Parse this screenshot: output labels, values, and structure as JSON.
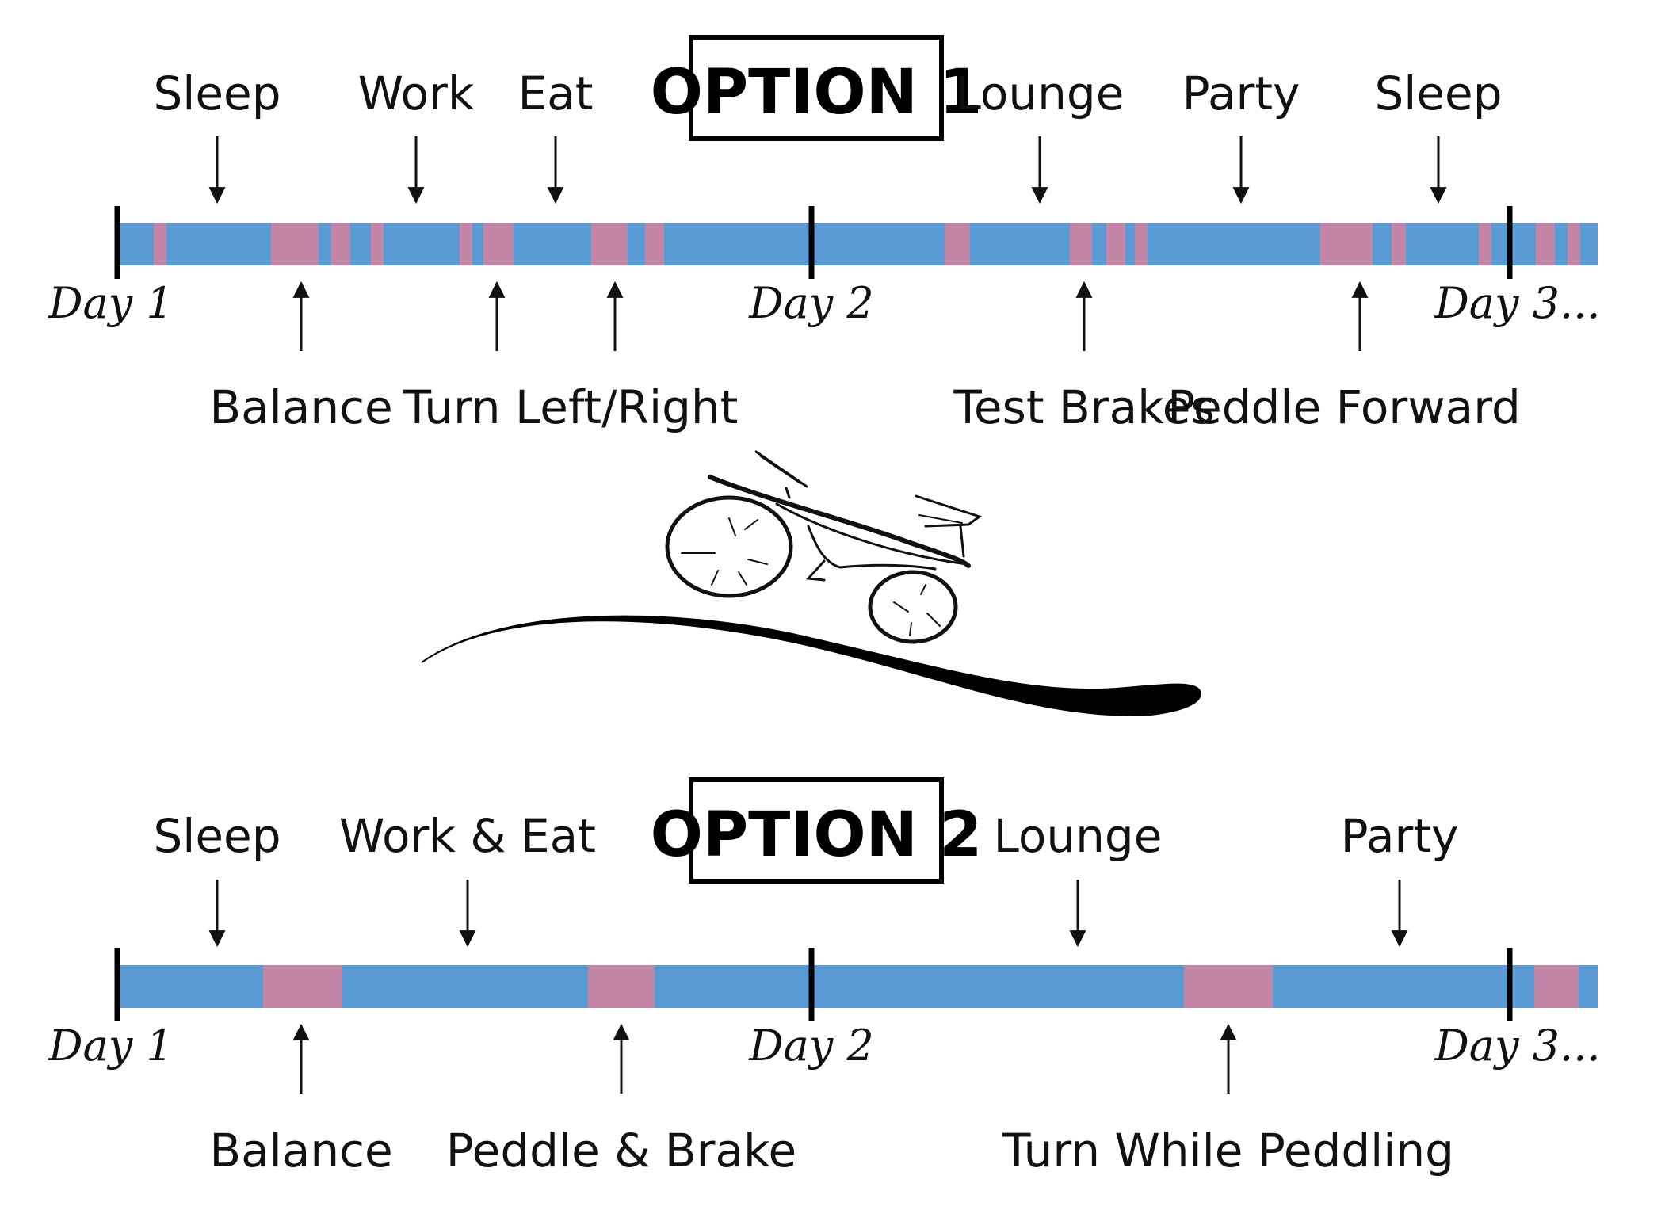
{
  "colors": {
    "activity": "#5b9bd5",
    "skill": "#c285a5"
  },
  "options": [
    {
      "title": "OPTION 1",
      "activities": [
        "Sleep",
        "Work",
        "Eat",
        "Lounge",
        "Party",
        "Sleep"
      ],
      "skills": [
        "Balance",
        "Turn Left/Right",
        "Test Brakes",
        "Peddle Forward"
      ],
      "days": [
        "Day 1",
        "Day 2",
        "Day 3..."
      ]
    },
    {
      "title": "OPTION 2",
      "activities": [
        "Sleep",
        "Work & Eat",
        "Lounge",
        "Party"
      ],
      "skills": [
        "Balance",
        "Peddle & Brake",
        "Turn While Peddling"
      ],
      "days": [
        "Day 1",
        "Day 2",
        "Day 3..."
      ]
    }
  ]
}
